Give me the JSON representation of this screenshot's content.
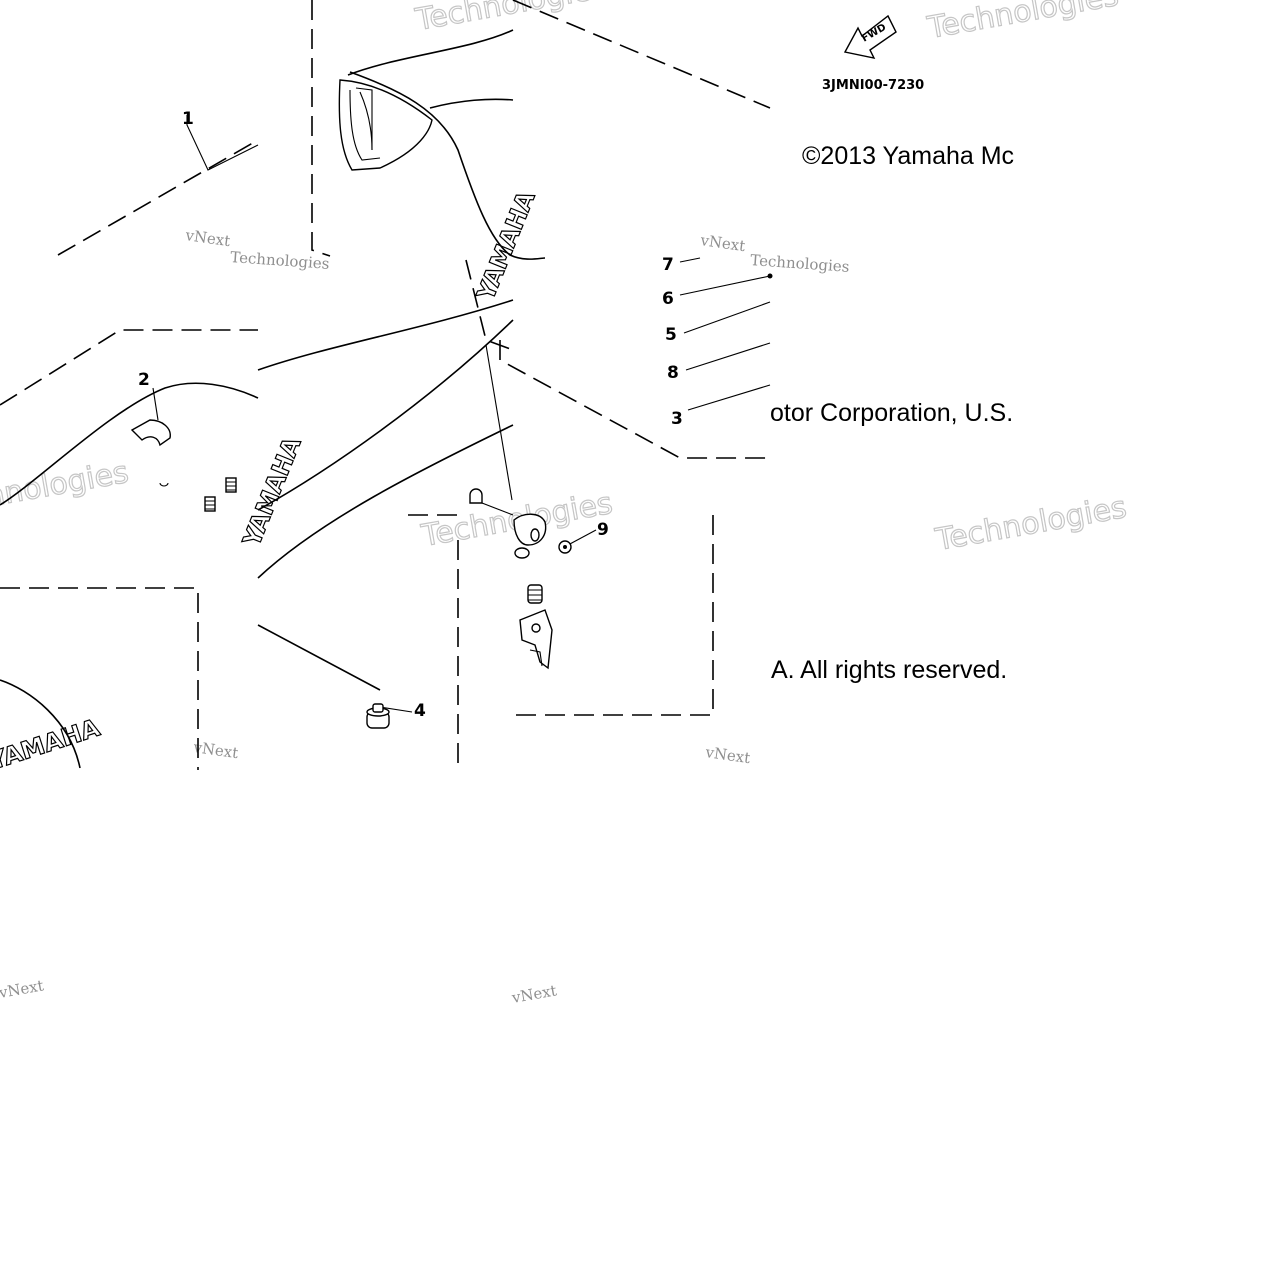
{
  "diagram": {
    "part_code": "3JMNI00-7230",
    "fwd_label": "FWD",
    "brand_mark": "YAMAHA",
    "copyright_lines": [
      "©2013 Yamaha Mc",
      "otor Corporation, U.S.",
      "A. All rights reserved."
    ],
    "watermark_lines": [
      "vNext",
      "Technologies"
    ],
    "callouts": [
      {
        "id": "1",
        "label": "1"
      },
      {
        "id": "2",
        "label": "2"
      },
      {
        "id": "3",
        "label": "3"
      },
      {
        "id": "4",
        "label": "4"
      },
      {
        "id": "5",
        "label": "5"
      },
      {
        "id": "6",
        "label": "6"
      },
      {
        "id": "7",
        "label": "7"
      },
      {
        "id": "8",
        "label": "8"
      },
      {
        "id": "9",
        "label": "9"
      }
    ]
  }
}
